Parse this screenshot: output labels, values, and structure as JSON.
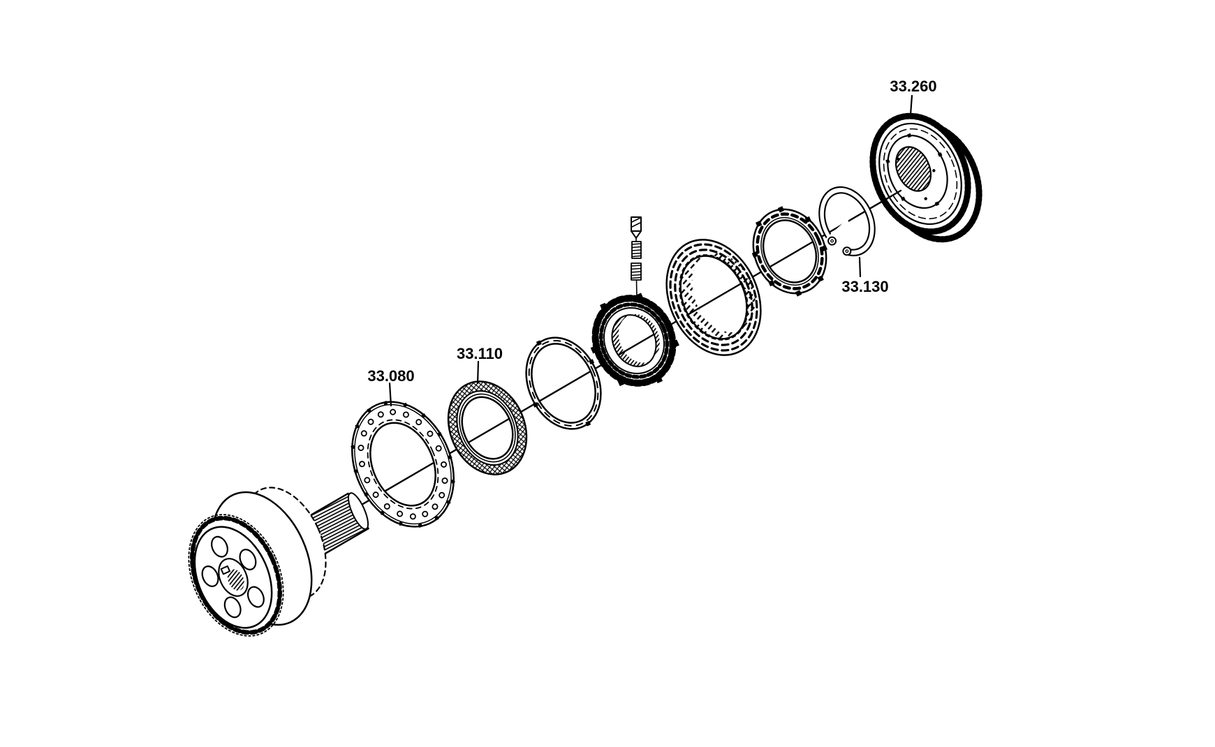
{
  "canvas": {
    "background": "#ffffff",
    "ink": "#000000"
  },
  "callouts": [
    {
      "label": "33.080",
      "part": "thrust-washer-disc"
    },
    {
      "label": "33.110",
      "part": "friction-ring"
    },
    {
      "label": "33.130",
      "part": "snap-ring"
    },
    {
      "label": "33.260",
      "part": "helical-gear"
    }
  ],
  "parts": [
    "output-flange-drum",
    "splined-shaft",
    "thrust-washer-disc",
    "friction-ring",
    "blocker-ring",
    "detent-pin-and-springs",
    "synchronizer-hub",
    "clutch-gear-ring",
    "lugged-synchro-ring",
    "snap-ring",
    "helical-gear"
  ]
}
